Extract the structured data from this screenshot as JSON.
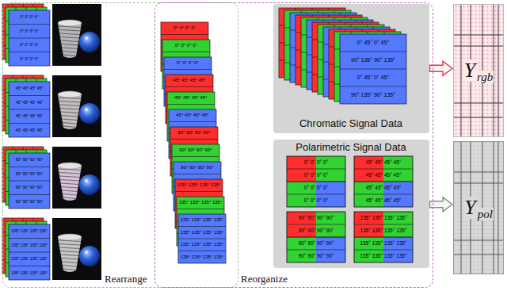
{
  "diagram": {
    "nodes": [
      {
        "text": [
          "Rearrange"
        ]
      },
      {
        "text": [
          "Reorganize"
        ]
      },
      {
        "text": [
          "Chromatic Signal Data"
        ],
        "in": 1
      },
      {
        "text": [
          "Polarimetric Signal Data"
        ],
        "in": 1
      },
      {
        "text": [
          "Y",
          "rgb"
        ]
      },
      {
        "text": [
          "Y",
          "pol"
        ]
      }
    ],
    "edges": [
      {
        "from": 2,
        "to": 4,
        "arrow": "to"
      },
      {
        "from": 3,
        "to": 5,
        "arrow": "to"
      }
    ],
    "labels": [
      "0° 0° 0° 0°",
      "0° 0° 0° 0°",
      "0° 0° 0° 0°",
      "0° 0° 0° 0°",
      "45° 45° 45° 45°",
      "45° 45° 45° 45°",
      "45° 45° 45° 45°",
      "45° 45° 45° 45°",
      "90° 90° 90° 90°",
      "90° 90° 90° 90°",
      "90° 90° 90° 90°",
      "90° 90° 90° 90°",
      "135° 135° 135° 135°",
      "135° 135° 135° 135°",
      "135° 135° 135° 135°",
      "135° 135° 135° 135°",
      "0° 0° 0° 0°",
      "0° 0° 0° 0°",
      "0° 0° 0° 0°",
      "45° 45° 45° 45°",
      "45° 45° 45° 45°",
      "45° 45° 45° 45°",
      "90° 90° 90° 90°",
      "90° 90° 90° 90°",
      "90° 90° 90° 90°",
      "135° 135° 135° 135°",
      "135° 135° 135° 135°",
      "135° 135° 135° 135°",
      "135° 135° 135° 135°",
      "135° 135° 135° 135°",
      "135° 135° 135° 135°",
      "0° 45° 0° 45°",
      "90° 135° 90° 135°",
      "0° 45° 0° 45°",
      "90° 135° 90° 135°",
      "0° 0° 0° 0°",
      "0° 0° 0° 0°",
      "0° 0° 0° 0°",
      "0° 0° 0° 0°",
      "45° 45° 45° 45°",
      "45° 45° 45° 45°",
      "45° 45° 45° 45°",
      "45° 45° 45° 45°",
      "90° 90° 90° 90°",
      "90° 90° 90° 90°",
      "90° 90° 90° 90°",
      "90° 90° 90° 90°",
      "135° 135° 135° 135°",
      "135° 135° 135° 135°",
      "135° 135° 135° 135°",
      "135° 135° 135° 135°"
    ]
  }
}
